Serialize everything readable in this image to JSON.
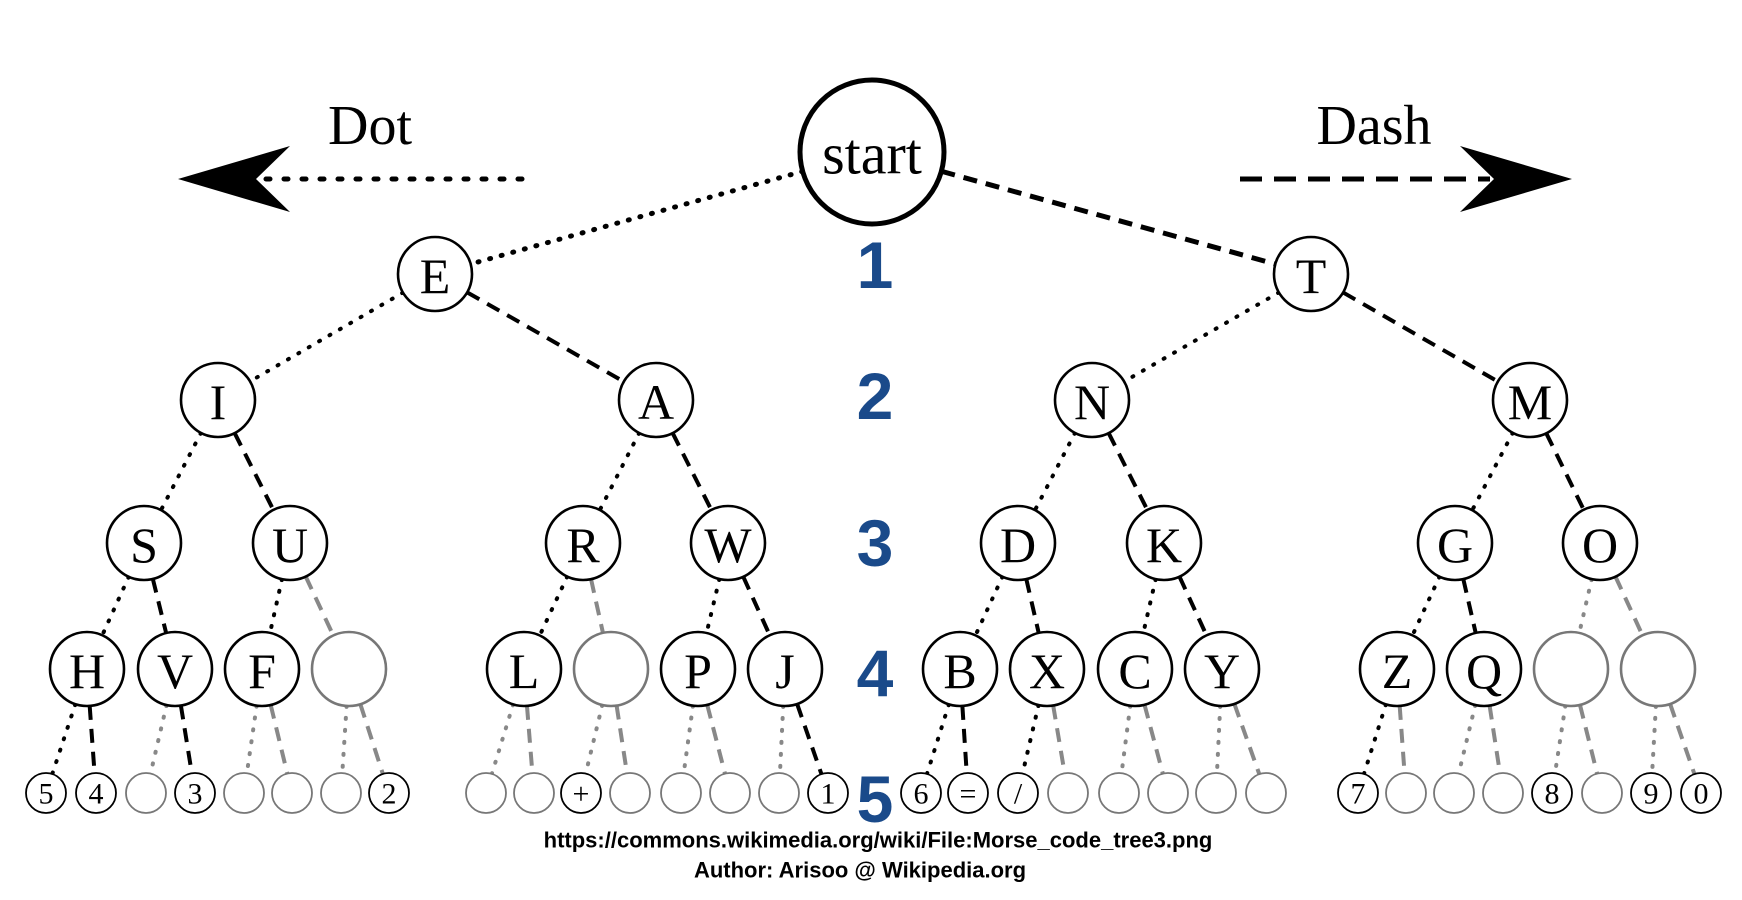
{
  "legend": {
    "dot_label": "Dot",
    "dash_label": "Dash"
  },
  "root_label": "start",
  "levels": [
    "1",
    "2",
    "3",
    "4",
    "5"
  ],
  "tree": {
    "level1": [
      "E",
      "T"
    ],
    "level2": [
      "I",
      "A",
      "N",
      "M"
    ],
    "level3": [
      "S",
      "U",
      "R",
      "W",
      "D",
      "K",
      "G",
      "O"
    ],
    "level4": [
      "H",
      "V",
      "F",
      "",
      "L",
      "",
      "P",
      "J",
      "B",
      "X",
      "C",
      "Y",
      "Z",
      "Q",
      "",
      ""
    ],
    "level5": [
      "5",
      "4",
      "",
      "3",
      "",
      "",
      "",
      "2",
      "",
      "",
      "+",
      "",
      "",
      "",
      "",
      "1",
      "6",
      "=",
      "/",
      "",
      "",
      "",
      "",
      "",
      "7",
      "",
      "",
      "",
      "8",
      "",
      "9",
      "0"
    ]
  },
  "credits": {
    "source_url": "https://commons.wikimedia.org/wiki/File:Morse_code_tree3.png",
    "author": "Author: Arisoo @ Wikipedia.org"
  },
  "colors": {
    "level_number": "#1a4a8a",
    "node_stroke": "#000000",
    "empty_node_stroke": "#777777",
    "edge": "#000000",
    "empty_edge": "#888888"
  }
}
